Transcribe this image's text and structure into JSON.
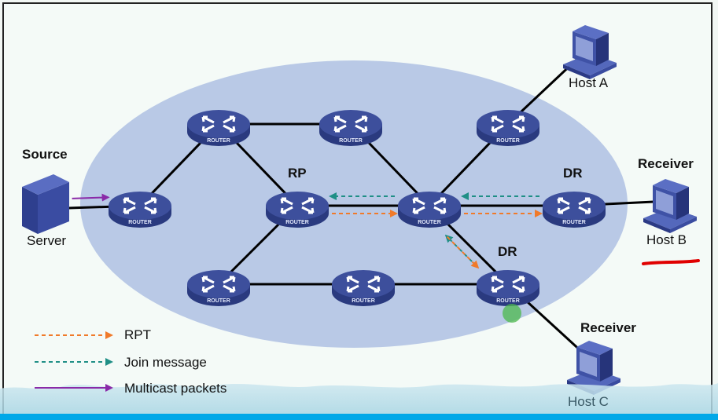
{
  "diagram": {
    "title": "PIM-SM multicast RPT and Join message flow",
    "colors": {
      "cloud_fill": "#b9c9e6",
      "router_fill": "#3d4f9c",
      "router_side": "#2a3a7f",
      "link": "#000000",
      "rpt_arrow": "#f07a2a",
      "join_arrow": "#1f8f86",
      "multicast_arrow": "#8a2aa8",
      "annotation_red": "#e00000",
      "bottom_bar": "#00a8e8"
    },
    "nodes": [
      {
        "id": "server",
        "type": "server",
        "top_label": "Source",
        "bottom_label": "Server"
      },
      {
        "id": "r_src",
        "type": "router",
        "caption": "ROUTER"
      },
      {
        "id": "r_top1",
        "type": "router",
        "caption": "ROUTER"
      },
      {
        "id": "r_top2",
        "type": "router",
        "caption": "ROUTER"
      },
      {
        "id": "r_top3",
        "type": "router",
        "caption": "ROUTER"
      },
      {
        "id": "r_rp",
        "type": "router",
        "caption": "ROUTER",
        "role": "RP"
      },
      {
        "id": "r_center",
        "type": "router",
        "caption": "ROUTER"
      },
      {
        "id": "r_dr_b",
        "type": "router",
        "caption": "ROUTER",
        "role": "DR"
      },
      {
        "id": "r_bot1",
        "type": "router",
        "caption": "ROUTER"
      },
      {
        "id": "r_bot2",
        "type": "router",
        "caption": "ROUTER"
      },
      {
        "id": "r_dr_c",
        "type": "router",
        "caption": "ROUTER",
        "role": "DR"
      },
      {
        "id": "host_a",
        "type": "host",
        "bottom_label": "Host A"
      },
      {
        "id": "host_b",
        "type": "host",
        "top_label": "Receiver",
        "bottom_label": "Host B"
      },
      {
        "id": "host_c",
        "type": "host",
        "top_label": "Receiver",
        "bottom_label": "Host C"
      }
    ],
    "links": [
      [
        "server",
        "r_src"
      ],
      [
        "r_src",
        "r_top1"
      ],
      [
        "r_top1",
        "r_top2"
      ],
      [
        "r_top1",
        "r_rp"
      ],
      [
        "r_top2",
        "r_center"
      ],
      [
        "r_top3",
        "r_center"
      ],
      [
        "r_top3",
        "host_a"
      ],
      [
        "r_rp",
        "r_center"
      ],
      [
        "r_center",
        "r_dr_b"
      ],
      [
        "r_dr_b",
        "host_b"
      ],
      [
        "r_rp",
        "r_bot1"
      ],
      [
        "r_bot1",
        "r_bot2"
      ],
      [
        "r_bot2",
        "r_dr_c"
      ],
      [
        "r_center",
        "r_dr_c"
      ],
      [
        "r_dr_c",
        "host_c"
      ]
    ],
    "flows": [
      {
        "type": "multicast",
        "from": "server",
        "to": "r_src"
      },
      {
        "type": "join",
        "from": "r_center",
        "to": "r_rp"
      },
      {
        "type": "join",
        "from": "r_dr_b",
        "to": "r_center"
      },
      {
        "type": "join",
        "from": "r_dr_c",
        "to": "r_center"
      },
      {
        "type": "rpt",
        "from": "r_rp",
        "to": "r_center"
      },
      {
        "type": "rpt",
        "from": "r_center",
        "to": "r_dr_b"
      },
      {
        "type": "rpt",
        "from": "r_center",
        "to": "r_dr_c"
      }
    ],
    "legend": [
      {
        "type": "rpt",
        "label": "RPT"
      },
      {
        "type": "join",
        "label": "Join message"
      },
      {
        "type": "multicast",
        "label": "Multicast packets"
      }
    ]
  }
}
